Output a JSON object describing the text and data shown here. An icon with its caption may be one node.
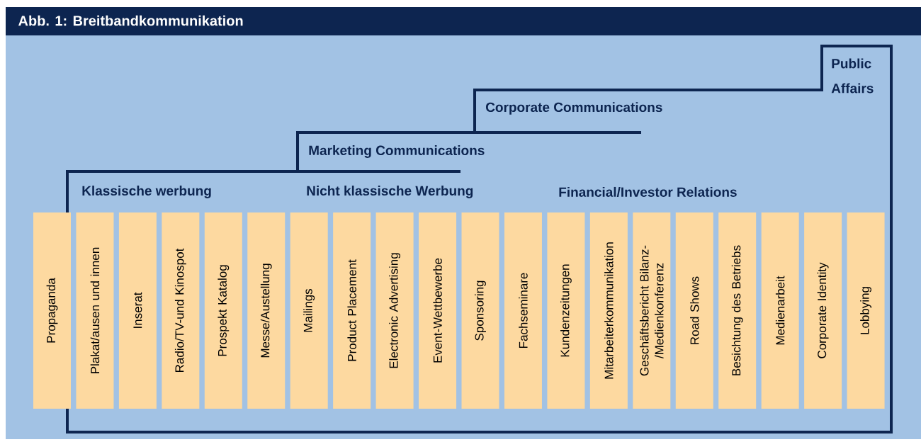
{
  "diagram": {
    "title": "Abb. 1: Breitbandkommunikation",
    "nodes": [
      {
        "text": [
          "Propaganda"
        ]
      },
      {
        "text": [
          "Plakat/ausen und innen"
        ]
      },
      {
        "text": [
          "Inserat"
        ]
      },
      {
        "text": [
          "Radio/TV-und Kinospot"
        ]
      },
      {
        "text": [
          "Prospekt Katalog"
        ]
      },
      {
        "text": [
          "Messe/Austellung"
        ]
      },
      {
        "text": [
          "Mailings"
        ]
      },
      {
        "text": [
          "Product Placement"
        ]
      },
      {
        "text": [
          "Electronic Advertising"
        ]
      },
      {
        "text": [
          "Event-Wettbewerbe"
        ]
      },
      {
        "text": [
          "Sponsoring"
        ]
      },
      {
        "text": [
          "Fachseminare"
        ]
      },
      {
        "text": [
          "Kundenzeitungen"
        ]
      },
      {
        "text": [
          "Mitarbeiterkommunikation"
        ]
      },
      {
        "text": [
          "Geschäftsbericht Bilanz- /Medienkonferenz"
        ]
      },
      {
        "text": [
          "Road Shows"
        ]
      },
      {
        "text": [
          "Besichtung des Betriebs"
        ]
      },
      {
        "text": [
          "Medienarbeit"
        ]
      },
      {
        "text": [
          "Corporate Identity"
        ]
      },
      {
        "text": [
          "Lobbying"
        ]
      }
    ],
    "labels": [
      "Public Affairs",
      "Corporate Communications",
      "Marketing Communications",
      "Klassische werbung",
      "Nicht klassische Werbung",
      "Financial/Investor Relations"
    ]
  }
}
